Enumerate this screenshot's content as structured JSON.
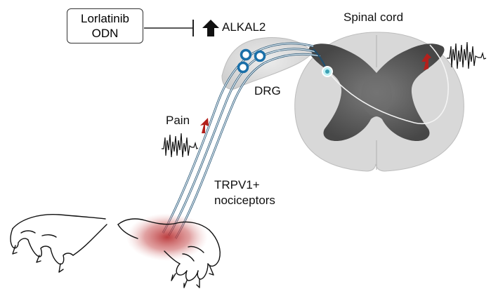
{
  "inhibitor": {
    "line1": "Lorlatinib",
    "line2": "ODN"
  },
  "target_label": "ALKAL2",
  "labels": {
    "spinal_cord": "Spinal cord",
    "drg": "DRG",
    "pain": "Pain",
    "nociceptors_line1": "TRPV1+",
    "nociceptors_line2": "nociceptors"
  },
  "colors": {
    "gray_matter": "#555555",
    "white_matter": "#d9d9d9",
    "neuron": "#1f6f9e",
    "arrow_red": "#b3201c",
    "inflammation": "#c0393b"
  }
}
